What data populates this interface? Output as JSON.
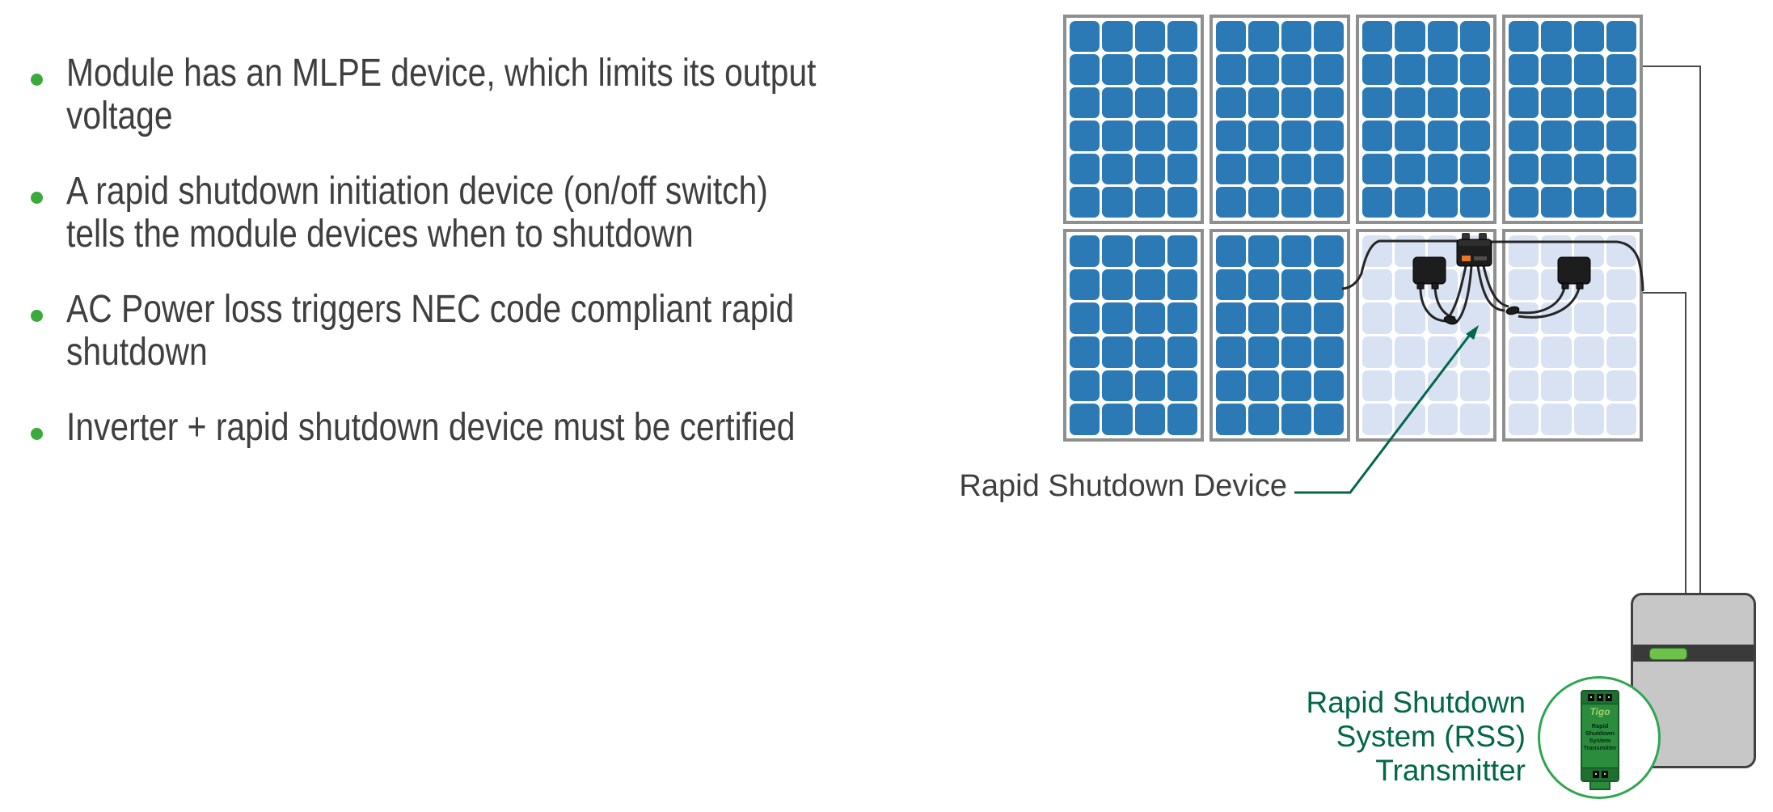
{
  "slide": {
    "colors": {
      "text_gray": "#3F3F3F",
      "dot_green": "#3BA93B",
      "leader_green": "#00684B",
      "text_green": "#006747",
      "panel_blue": "#2B79B5",
      "panel_shutdown_blue": "#D9E2F3",
      "panel_frame_gray": "#8F8F8F",
      "wire_gray": "#4A4A4A",
      "wire_black": "#262626",
      "device_black": "#1D1D1D",
      "accent_orange": "#E87722",
      "inverter_gray": "#C7C7C7",
      "inverter_band": "#3A3A3A",
      "led_green": "#6CC24A",
      "circle_green": "#2EA650",
      "tigo_green": "#2B8C3E"
    },
    "bullets": {
      "items": [
        {
          "lines": [
            "Module has an MLPE device, which limits its output",
            "voltage"
          ]
        },
        {
          "lines": [
            "A rapid shutdown initiation device (on/off switch)",
            "tells the module devices when to shutdown"
          ]
        },
        {
          "lines": [
            "AC Power loss triggers NEC code compliant rapid",
            "shutdown"
          ]
        },
        {
          "lines": [
            "Inverter + rapid shutdown device must be certified"
          ]
        }
      ]
    },
    "diagram": {
      "panel_grid": {
        "rows": 2,
        "cols": 4,
        "cells_per_panel_cols": 4,
        "cells_per_panel_rows": 6,
        "panels": [
          {
            "row": 0,
            "col": 0,
            "state": "active"
          },
          {
            "row": 0,
            "col": 1,
            "state": "active"
          },
          {
            "row": 0,
            "col": 2,
            "state": "active"
          },
          {
            "row": 0,
            "col": 3,
            "state": "active"
          },
          {
            "row": 1,
            "col": 0,
            "state": "active"
          },
          {
            "row": 1,
            "col": 1,
            "state": "active"
          },
          {
            "row": 1,
            "col": 2,
            "state": "shutdown"
          },
          {
            "row": 1,
            "col": 3,
            "state": "shutdown"
          }
        ]
      },
      "labels": {
        "rapid_shutdown_device": "Rapid Shutdown Device",
        "rss_transmitter_lines": [
          "Rapid Shutdown",
          "System (RSS)",
          "Transmitter"
        ]
      },
      "transmitter_device": {
        "brand": "Tigo",
        "label_lines": [
          "Rapid",
          "Shutdown",
          "System",
          "Transmitter"
        ]
      }
    }
  }
}
